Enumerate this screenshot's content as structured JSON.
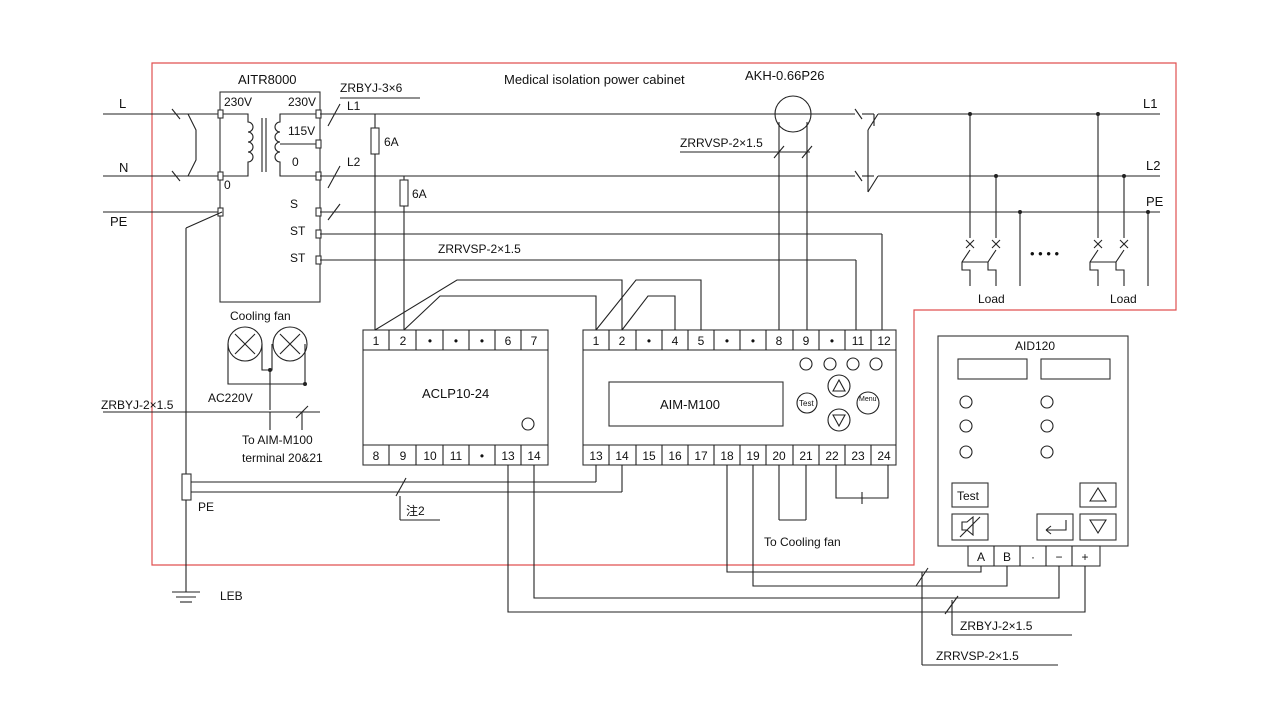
{
  "cabinet_title": "Medical isolation power cabinet",
  "lines": {
    "L": "L",
    "N": "N",
    "PE": "PE",
    "L1": "L1",
    "L2": "L2",
    "PE_right": "PE",
    "L1_small": "L1",
    "L2_small": "L2"
  },
  "transformer": {
    "name": "AITR8000",
    "in_230": "230V",
    "out_230": "230V",
    "out_115": "115V",
    "zero_a": "0",
    "zero_b": "0",
    "s": "S",
    "st1": "ST",
    "st2": "ST"
  },
  "cables": {
    "zrbyj_3x6": "ZRBYJ-3×6",
    "zrrvsp_top": "ZRRVSP-2×1.5",
    "zrrvsp_mid": "ZRRVSP-2×1.5",
    "zrbyj_left": "ZRBYJ-2×1.5",
    "zrbyj_bottom": "ZRBYJ-2×1.5",
    "zrrvsp_bottom": "ZRRVSP-2×1.5"
  },
  "fuses": [
    "6A",
    "6A"
  ],
  "ct": "AKH-0.66P26",
  "fan": {
    "label": "Cooling fan",
    "supply": "AC220V",
    "to_line1": "To AIM-M100",
    "to_line2": "terminal 20&21",
    "to_cooling": "To Cooling fan"
  },
  "aclp": {
    "name": "ACLP10-24",
    "top_terminals": [
      "1",
      "2",
      "•",
      "•",
      "•",
      "6",
      "7"
    ],
    "bottom_terminals": [
      "8",
      "9",
      "10",
      "11",
      "•",
      "13",
      "14"
    ]
  },
  "aim": {
    "name": "AIM-M100",
    "top_terminals": [
      "1",
      "2",
      "•",
      "4",
      "5",
      "•",
      "•",
      "8",
      "9",
      "•",
      "11",
      "12"
    ],
    "bottom_terminals": [
      "13",
      "14",
      "15",
      "16",
      "17",
      "18",
      "19",
      "20",
      "21",
      "22",
      "23",
      "24"
    ],
    "test_btn": "Test",
    "menu_btn": "Menu"
  },
  "aid": {
    "name": "AID120",
    "test_btn": "Test",
    "terminals": [
      "A",
      "B",
      "·",
      "−",
      "+"
    ]
  },
  "loads": [
    "Load",
    "Load"
  ],
  "dots": "• • • •",
  "pe_bar": "PE",
  "leb": "LEB",
  "note": "注2"
}
